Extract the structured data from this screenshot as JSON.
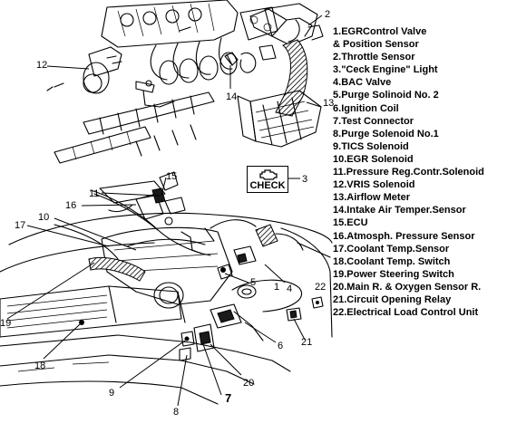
{
  "legend": {
    "items": [
      {
        "num": "1.",
        "label": "EGRControl Valve"
      },
      {
        "num": "",
        "label": " & Position Sensor"
      },
      {
        "num": "2.",
        "label": "Throttle Sensor"
      },
      {
        "num": "3.",
        "label": "\"Ceck Engine\" Light"
      },
      {
        "num": "4.",
        "label": "BAC Valve"
      },
      {
        "num": "5.",
        "label": "Purge Solinoid No. 2"
      },
      {
        "num": "6.",
        "label": "Ignition Coil"
      },
      {
        "num": "7.",
        "label": "Test Connector"
      },
      {
        "num": "8.",
        "label": "Purge Solenoid No.1"
      },
      {
        "num": "9.",
        "label": "TICS Solenoid"
      },
      {
        "num": "10.",
        "label": "EGR Solenoid"
      },
      {
        "num": "11.",
        "label": "Pressure Reg.Contr.Solenoid"
      },
      {
        "num": "12.",
        "label": "VRIS Solenoid"
      },
      {
        "num": "13.",
        "label": "Airflow Meter"
      },
      {
        "num": "14.",
        "label": "Intake Air Temper.Sensor"
      },
      {
        "num": "15.",
        "label": "ECU"
      },
      {
        "num": "16.",
        "label": "Atmosph. Pressure Sensor"
      },
      {
        "num": "17.",
        "label": "Coolant Temp.Sensor"
      },
      {
        "num": "18.",
        "label": "Coolant Temp. Switch"
      },
      {
        "num": "19.",
        "label": "Power Steering Switch"
      },
      {
        "num": "20.",
        "label": "Main R. & Oxygen Sensor R."
      },
      {
        "num": "21.",
        "label": "Circuit Opening Relay"
      },
      {
        "num": "22.",
        "label": "Electrical Load Control Unit"
      }
    ]
  },
  "check_light": {
    "label": "CHECK",
    "icon": "engine-icon"
  },
  "callouts": {
    "c1": "1",
    "c2": "2",
    "c3": "3",
    "c4": "4",
    "c5": "5",
    "c6": "6",
    "c7": "7",
    "c8": "8",
    "c9": "9",
    "c10": "10",
    "c11": "11",
    "c12": "12",
    "c13": "13",
    "c14": "14",
    "c15": "15",
    "c16": "16",
    "c17": "17",
    "c18": "18",
    "c19": "19",
    "c20": "20",
    "c21": "21",
    "c22": "22"
  }
}
